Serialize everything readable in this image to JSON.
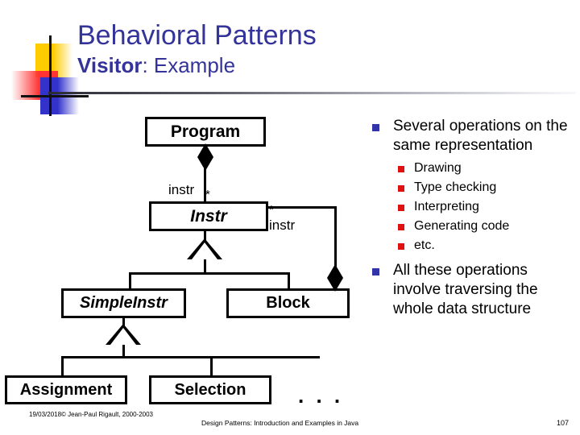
{
  "slide": {
    "title": "Behavioral Patterns",
    "subtitle_bold": "Visitor",
    "subtitle_rest": ": Example"
  },
  "colors": {
    "title_blue": "#333399",
    "bullet_level1": "#3333aa",
    "bullet_level2": "#dd1111",
    "logo_yellow": "#ffcc00",
    "logo_red": "#ff3333",
    "logo_blue": "#3333cc",
    "line_black": "#000000"
  },
  "diagram": {
    "nodes": {
      "program": "Program",
      "instr": "Instr",
      "simple_instr": "SimpleInstr",
      "block": "Block",
      "assignment": "Assignment",
      "selection": "Selection",
      "ellipsis": ". . ."
    },
    "labels": {
      "instr_role_top": "instr",
      "star_top": "*",
      "star_right": "*",
      "instr_role_right": "instr"
    }
  },
  "bullets": [
    {
      "level": 1,
      "text": "Several operations on the same representation"
    },
    {
      "level": 2,
      "text": "Drawing"
    },
    {
      "level": 2,
      "text": "Type checking"
    },
    {
      "level": 2,
      "text": "Interpreting"
    },
    {
      "level": 2,
      "text": "Generating code"
    },
    {
      "level": 2,
      "text": "etc."
    },
    {
      "level": 1,
      "text": "All these operations involve traversing the whole data structure"
    }
  ],
  "bullet_groups": {
    "main1": "Several operations on the same representation",
    "sub": [
      "Drawing",
      "Type checking",
      "Interpreting",
      "Generating code",
      "etc."
    ],
    "main2": "All these operations involve traversing the whole data structure"
  },
  "footer": {
    "left": "19/03/2018© Jean-Paul Rigault, 2000-2003",
    "center": "Design Patterns: Introduction and Examples in Java",
    "page": "107"
  }
}
